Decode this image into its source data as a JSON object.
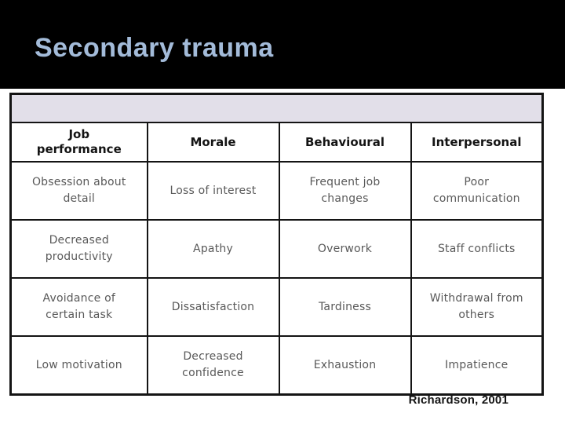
{
  "slide": {
    "title": "Secondary trauma",
    "citation": "Richardson, 2001"
  },
  "table": {
    "columns": [
      "Job\nperformance",
      "Morale",
      "Behavioural",
      "Interpersonal"
    ],
    "rows": [
      [
        "Obsession about\ndetail",
        "Loss of interest",
        "Frequent job\nchanges",
        "Poor\ncommunication"
      ],
      [
        "Decreased\nproductivity",
        "Apathy",
        "Overwork",
        "Staff conflicts"
      ],
      [
        "Avoidance of\ncertain task",
        "Dissatisfaction",
        "Tardiness",
        "Withdrawal from\nothers"
      ],
      [
        "Low motivation",
        "Decreased\nconfidence",
        "Exhaustion",
        "Impatience"
      ]
    ]
  },
  "colors": {
    "slide_bg": "#ffffff",
    "banner_bg": "#000000",
    "title_text": "#a3bbd9",
    "spacer_row_bg": "#e2dfe9",
    "header_text": "#141414",
    "body_text": "#595959",
    "table_border": "#141414",
    "citation_text": "#141414"
  }
}
